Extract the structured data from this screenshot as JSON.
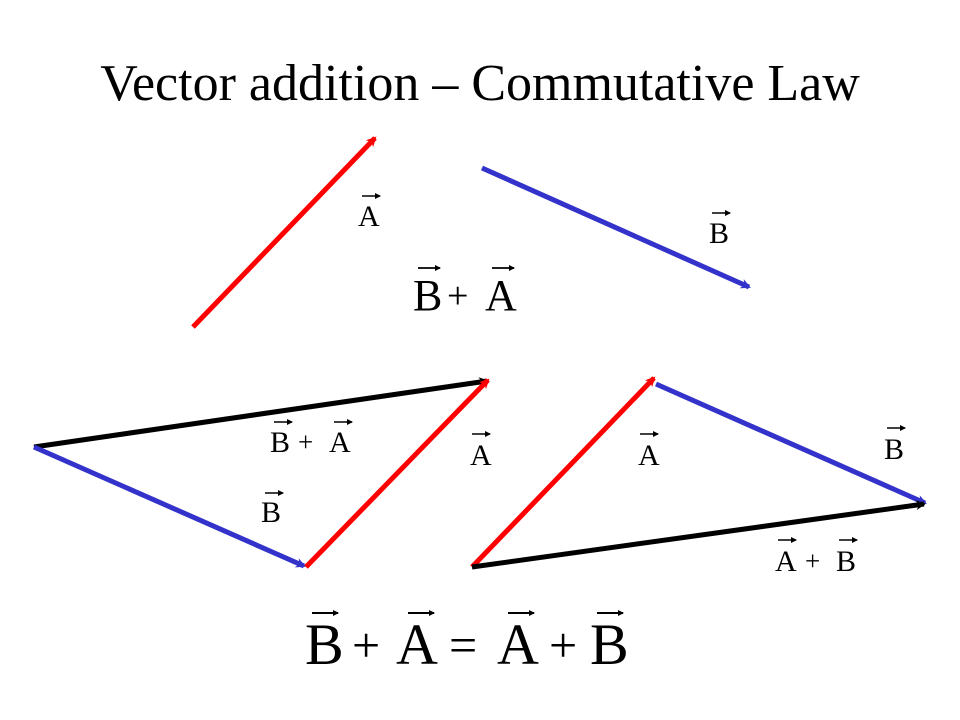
{
  "title": "Vector addition – Commutative Law",
  "labels": {
    "vec_a": "A",
    "vec_b": "B",
    "b_plus_a_term1": "B",
    "b_plus_a_term2": "A",
    "plus": "+",
    "equals": "=",
    "a_plus_b_term1": "A",
    "a_plus_b_term2": "B"
  },
  "colors": {
    "vector_a": "#ff0000",
    "vector_b": "#3333cc",
    "resultant": "#000000",
    "background": "#ffffff",
    "text": "#000000"
  }
}
